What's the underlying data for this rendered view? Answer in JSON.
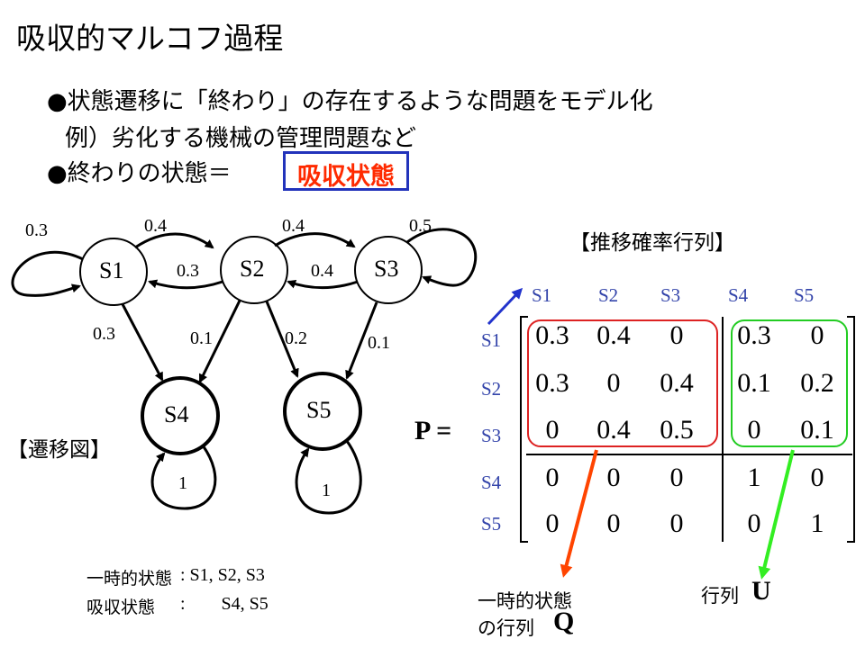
{
  "title": "吸収的マルコフ過程",
  "bullets": {
    "line1": "●状態遷移に「終わり」の存在するような問題をモデル化",
    "line2": "例）劣化する機械の管理問題など",
    "line3_prefix": "●終わりの状態＝",
    "absorbing_label": "吸収状態"
  },
  "diagram": {
    "caption": "【遷移図】",
    "nodes": {
      "s1": "S1",
      "s2": "S2",
      "s3": "S3",
      "s4": "S4",
      "s5": "S5"
    },
    "edges": {
      "s1_self": "0.3",
      "s1_s2": "0.4",
      "s2_s1": "0.3",
      "s2_s3": "0.4",
      "s3_s2": "0.4",
      "s3_self": "0.5",
      "s1_s4": "0.3",
      "s2_s4": "0.1",
      "s2_s5": "0.2",
      "s3_s5": "0.1",
      "s4_self": "1",
      "s5_self": "1"
    },
    "legend": {
      "transient_label": "一時的状態",
      "transient_states": ": S1, S2, S3",
      "absorbing_label": "吸収状態",
      "absorbing_states": ":        S4, S5"
    }
  },
  "matrix": {
    "caption": "【推移確率行列】",
    "symbol": "P =",
    "col_headers": [
      "S1",
      "S2",
      "S3",
      "S4",
      "S5"
    ],
    "row_headers": [
      "S1",
      "S2",
      "S3",
      "S4",
      "S5"
    ],
    "rows": [
      [
        "0.3",
        "0.4",
        "0",
        "0.3",
        "0"
      ],
      [
        "0.3",
        "0",
        "0.4",
        "0.1",
        "0.2"
      ],
      [
        "0",
        "0.4",
        "0.5",
        "0",
        "0.1"
      ],
      [
        "0",
        "0",
        "0",
        "1",
        "0"
      ],
      [
        "0",
        "0",
        "0",
        "0",
        "1"
      ]
    ],
    "q_label_line1": "一時的状態",
    "q_label_line2": "の行列",
    "q_symbol": "Q",
    "u_label": "行列",
    "u_symbol": "U",
    "colors": {
      "q_box": "#dd2222",
      "u_box": "#22cc22",
      "q_arrow": "#ff4400",
      "u_arrow": "#33ee22",
      "header": "#3344aa"
    }
  }
}
